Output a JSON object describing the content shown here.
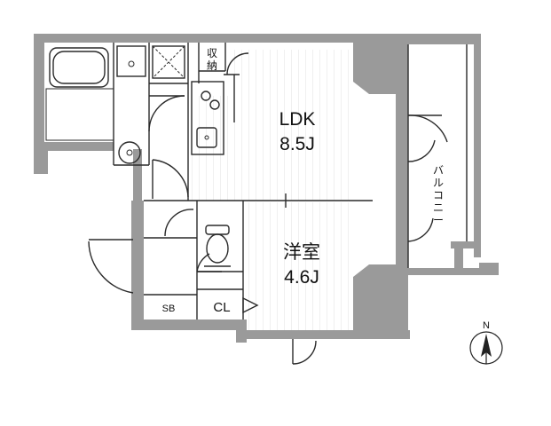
{
  "rooms": {
    "ldk": {
      "name": "LDK",
      "size": "8.5J"
    },
    "western_room": {
      "name": "洋室",
      "size": "4.6J"
    },
    "storage": {
      "chars": [
        "収",
        "納"
      ]
    },
    "balcony": {
      "chars": [
        "バ",
        "ル",
        "コ",
        "ニ",
        "ー"
      ]
    },
    "sb": {
      "label": "SB"
    },
    "closet": {
      "label": "CL"
    }
  },
  "compass": {
    "label": "N"
  }
}
